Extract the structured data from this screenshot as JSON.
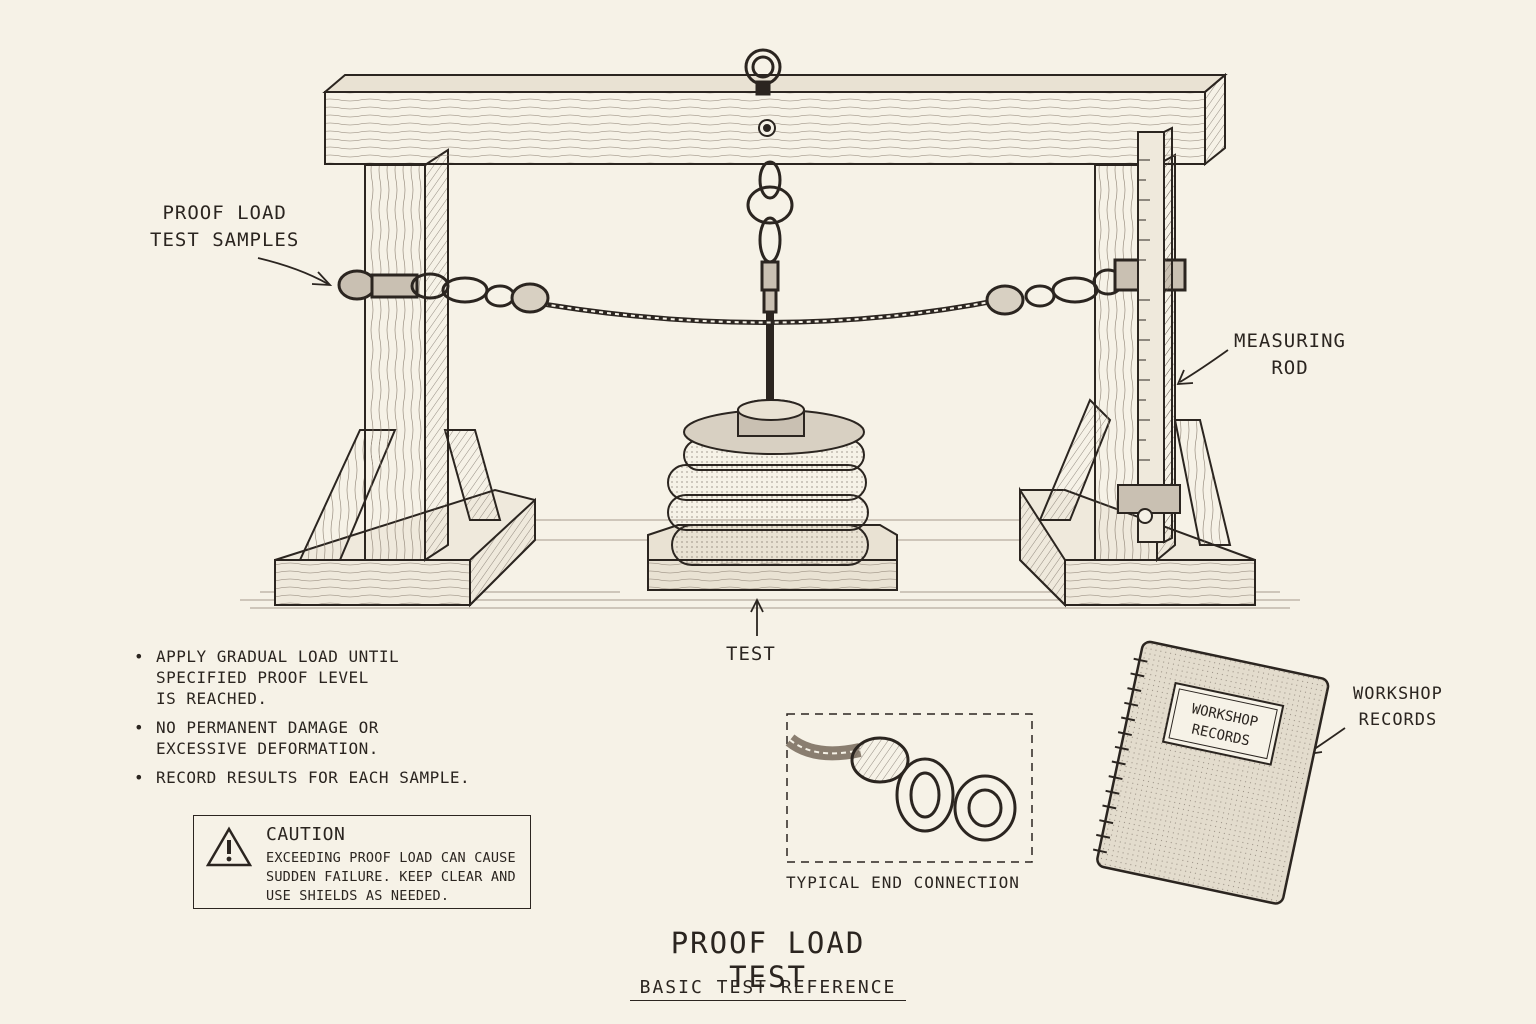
{
  "labels": {
    "samples": [
      "PROOF LOAD",
      "TEST SAMPLES"
    ],
    "measuring": [
      "MEASURING",
      "ROD"
    ],
    "test": "TEST",
    "workshop": [
      "WORKSHOP",
      "RECORDS"
    ],
    "notebook_label": [
      "WORKSHOP",
      "RECORDS"
    ],
    "end_connection": "TYPICAL END CONNECTION"
  },
  "instructions": [
    [
      "APPLY GRADUAL LOAD UNTIL",
      "SPECIFIED PROOF LEVEL",
      "IS REACHED."
    ],
    [
      "NO PERMANENT DAMAGE OR",
      "EXCESSIVE DEFORMATION."
    ],
    [
      "RECORD RESULTS FOR EACH SAMPLE."
    ]
  ],
  "caution": {
    "title": "CAUTION",
    "lines": [
      "EXCEEDING PROOF LOAD CAN CAUSE",
      "SUDDEN FAILURE. KEEP CLEAR AND",
      "USE SHIELDS AS NEEDED."
    ]
  },
  "title": "PROOF LOAD TEST",
  "subtitle": "BASIC TEST REFERENCE"
}
